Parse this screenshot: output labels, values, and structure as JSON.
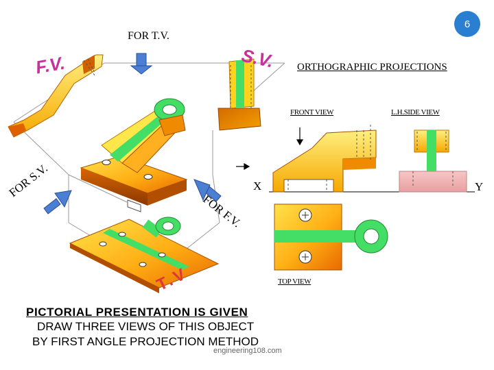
{
  "slide_number": "6",
  "labels": {
    "for_tv": "FOR T.V.",
    "orthographic_projections": "ORTHOGRAPHIC PROJECTIONS",
    "front_view": "FRONT VIEW",
    "lh_side_view": "L.H.SIDE VIEW",
    "x_axis": "X",
    "y_axis": "Y",
    "top_view": "TOP VIEW",
    "for_sv": "FOR S.V.",
    "for_fv": "FOR F.V.",
    "fv_plane": "F.V.",
    "sv_plane": "S.V.",
    "tv_plane": "T.V"
  },
  "instructions": {
    "heading": "PICTORIAL PRESENTATION IS GIVEN",
    "line1": "DRAW THREE VIEWS OF THIS OBJECT",
    "line2": "BY FIRST ANGLE PROJECTION METHOD"
  },
  "watermark": "engineering108.com",
  "colors": {
    "badge": "#2a7fd0",
    "orange": "#f08a00",
    "yellow": "#ffd21e",
    "green": "#44dd66",
    "plane_label": "#c8309a",
    "arrow_blue": "#4a7fd4"
  }
}
